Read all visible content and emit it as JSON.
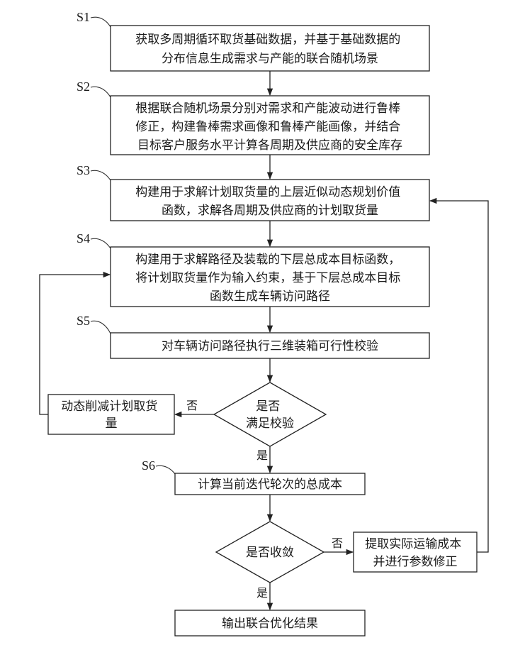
{
  "steps": {
    "s1": "S1",
    "s2": "S2",
    "s3": "S3",
    "s4": "S4",
    "s5": "S5",
    "s6": "S6"
  },
  "boxes": {
    "s1": [
      "获取多周期循环取货基础数据，并基于基础数据的",
      "分布信息生成需求与产能的联合随机场景"
    ],
    "s2": [
      "根据联合随机场景分别对需求和产能波动进行鲁棒",
      "修正，构建鲁棒需求画像和鲁棒产能画像，并结合",
      "目标客户服务水平计算各周期及供应商的安全库存"
    ],
    "s3": [
      "构建用于求解计划取货量的上层近似动态规划价值",
      "函数，求解各周期及供应商的计划取货量"
    ],
    "s4": [
      "构建用于求解路径及装载的下层总成本目标函数，",
      "将计划取货量作为输入约束，基于下层总成本目标",
      "函数生成车辆访问路径"
    ],
    "s5": [
      "对车辆访问路径执行三维装箱可行性校验"
    ],
    "reduce": [
      "动态削减计划取货",
      "量"
    ],
    "check": [
      "是否",
      "满足校验"
    ],
    "s6": [
      "计算当前迭代轮次的总成本"
    ],
    "converge": [
      "是否收敛"
    ],
    "extract": [
      "提取实际运输成本",
      "并进行参数修正"
    ],
    "output": [
      "输出联合优化结果"
    ]
  },
  "edge_labels": {
    "no_check": "否",
    "yes_check": "是",
    "no_converge": "否",
    "yes_converge": "是"
  }
}
